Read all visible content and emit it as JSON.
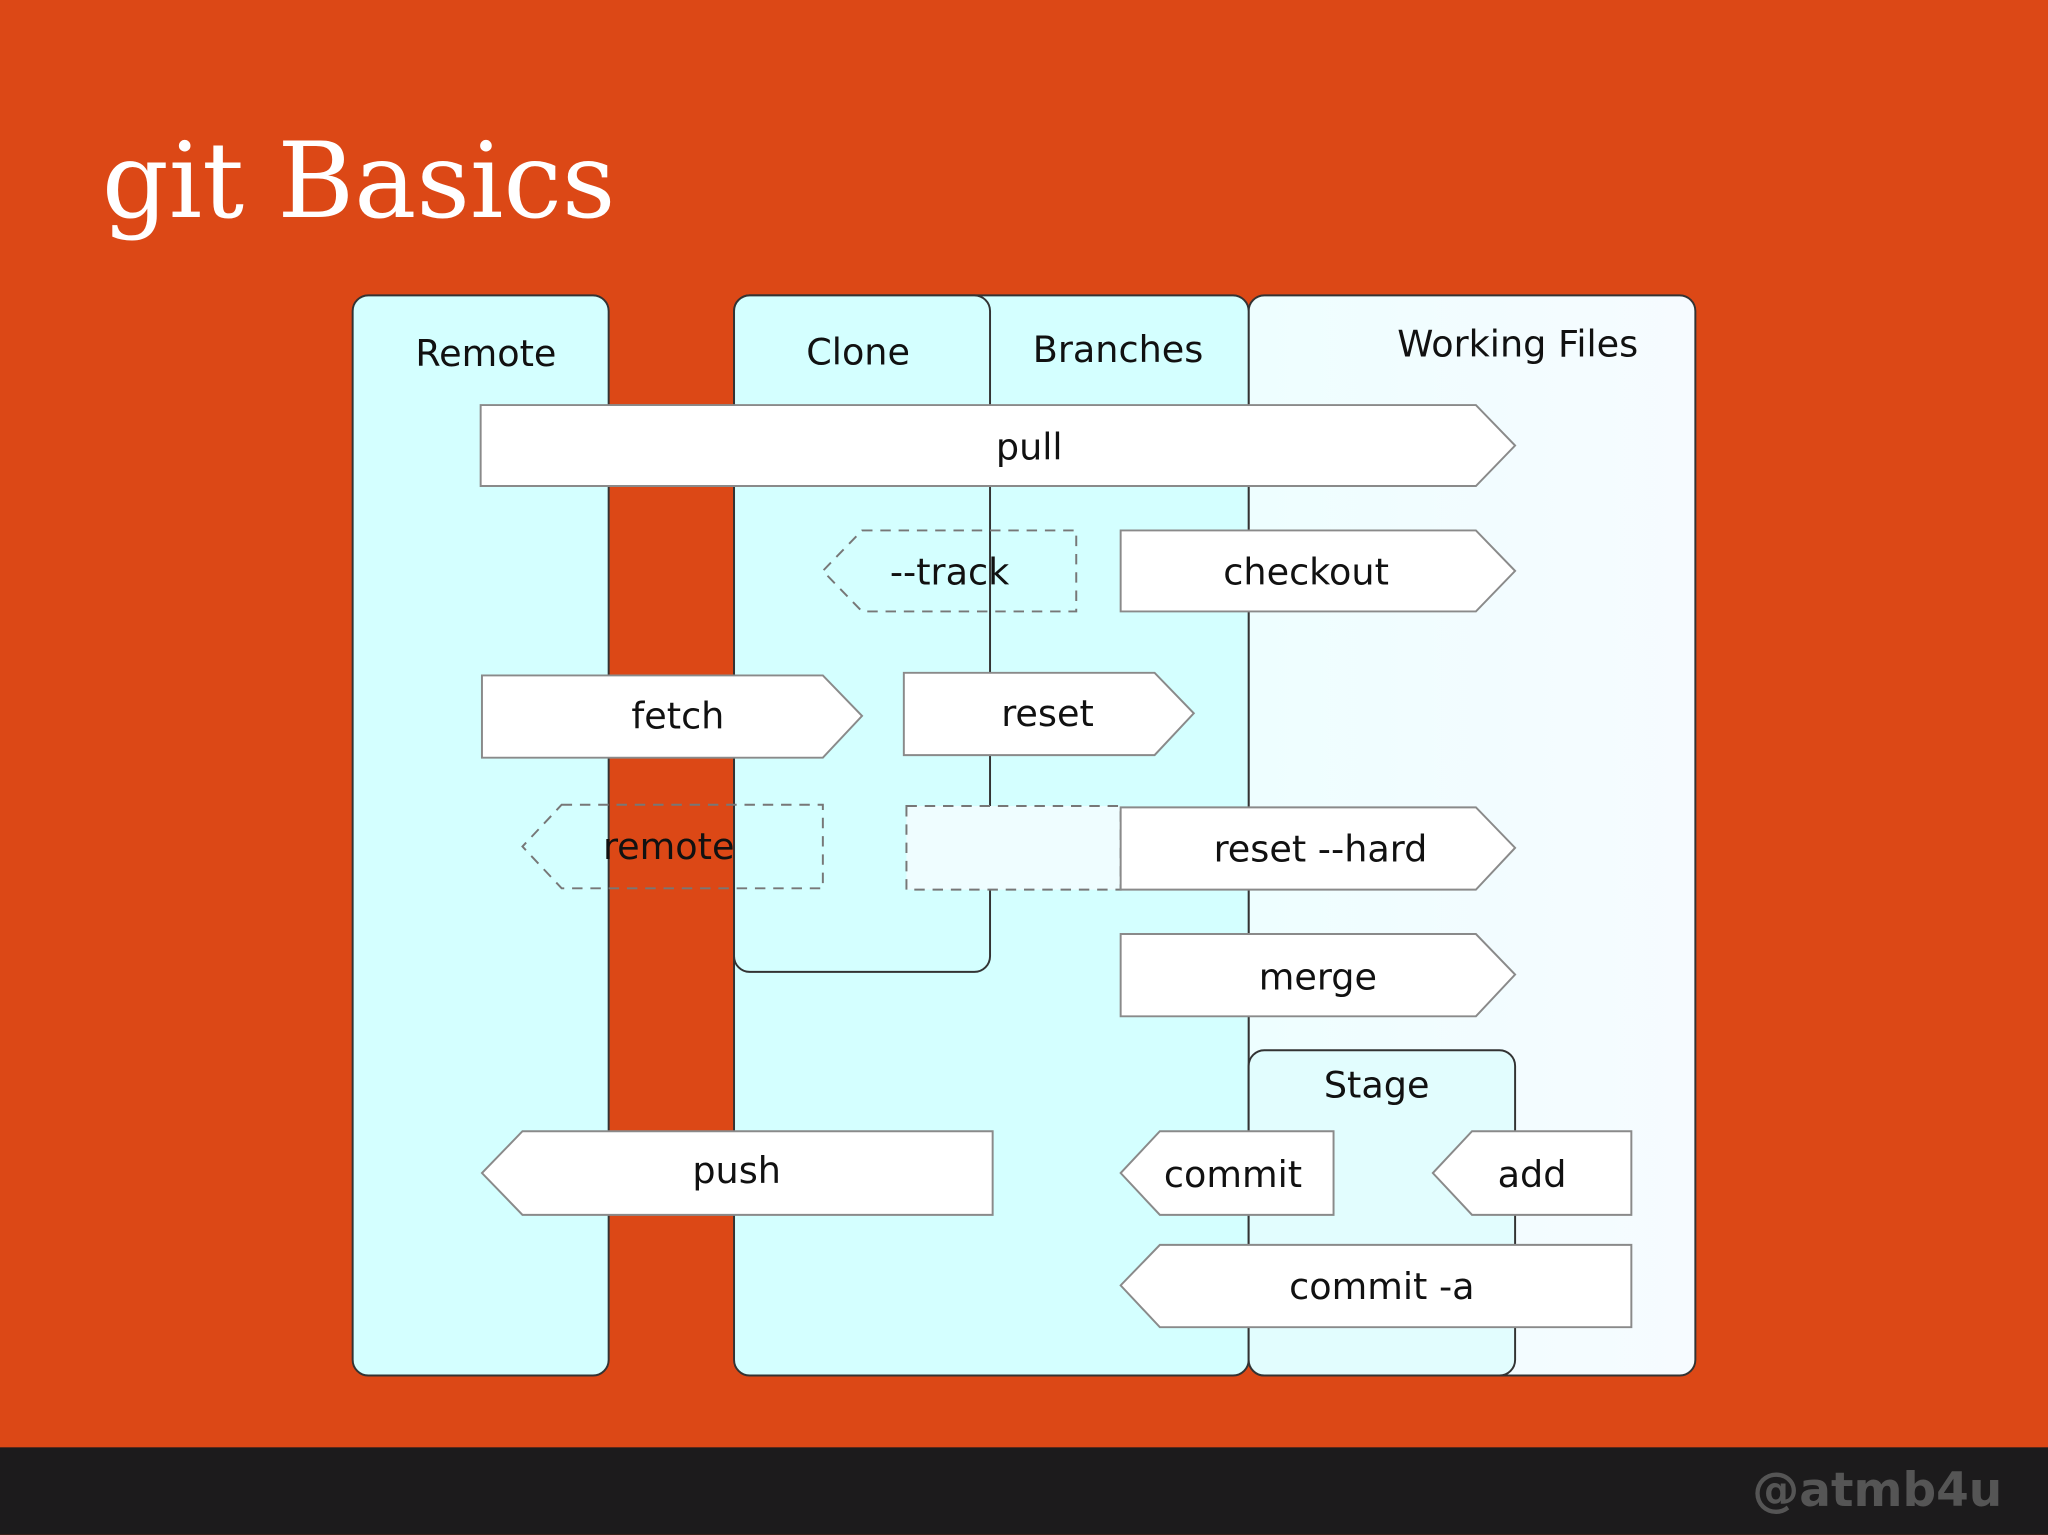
{
  "slide": {
    "title": "git Basics",
    "footer_handle": "@atmb4u"
  },
  "diagram": {
    "zones": {
      "remote": "Remote",
      "clone": "Clone",
      "branches": "Branches",
      "working_files": "Working Files",
      "stage": "Stage"
    },
    "commands": {
      "pull": "pull",
      "track": "--track",
      "checkout": "checkout",
      "fetch": "fetch",
      "reset": "reset",
      "remote": "remote",
      "reset_hard": "reset --hard",
      "merge": "merge",
      "push": "push",
      "commit": "commit",
      "add": "add",
      "commit_a": "commit -a"
    }
  },
  "colors": {
    "background": "#dc4816",
    "footer": "#1c1b1c",
    "remote_zone": "#d4ffff",
    "working_zone": "#f0fdff",
    "stage_zone": "#e2fdfe"
  }
}
